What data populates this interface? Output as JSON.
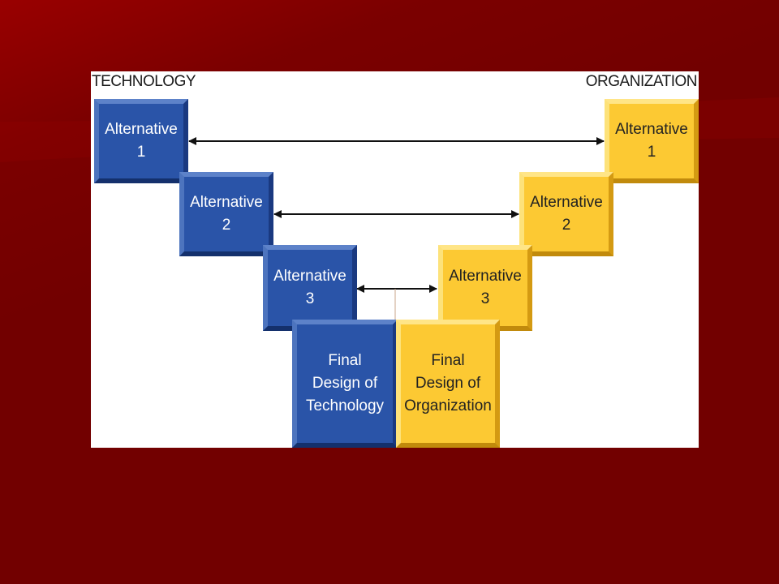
{
  "diagram": {
    "left_heading": "TECHNOLOGY",
    "right_heading": "ORGANIZATION",
    "technology_steps": [
      {
        "label": "Alternative\n1"
      },
      {
        "label": "Alternative\n2"
      },
      {
        "label": "Alternative\n3"
      },
      {
        "label": "Final\nDesign of\nTechnology"
      }
    ],
    "organization_steps": [
      {
        "label": "Alternative\n1"
      },
      {
        "label": "Alternative\n2"
      },
      {
        "label": "Alternative\n3"
      },
      {
        "label": "Final\nDesign of\nOrganization"
      }
    ],
    "colors": {
      "background": "#720000",
      "technology": "#2a54a8",
      "organization": "#fcc933",
      "arrow": "#111111"
    },
    "icons": [
      "double-headed-arrow"
    ]
  }
}
